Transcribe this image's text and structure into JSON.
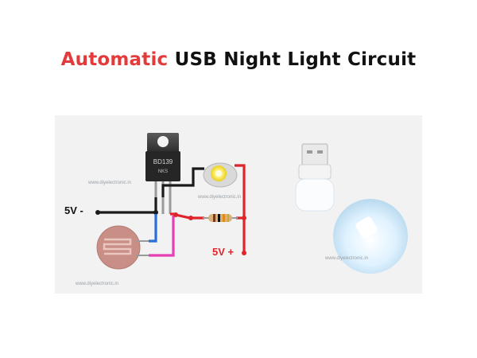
{
  "title": {
    "accent": "Automatic",
    "rest": "USB Night Light Circuit",
    "accent_color": "#e33b3b"
  },
  "diagram": {
    "transistor_label": "BD139",
    "transistor_sublabel": "NKS",
    "label_negative": "5V -",
    "label_positive": "5V +",
    "watermarks": [
      "www.diyelectronic.in",
      "www.diyelectronic.in",
      "www.diyelectronic.in",
      "www.diyelectronic.in"
    ],
    "wire_colors": {
      "black": "#1a1a1a",
      "red": "#e0242b",
      "blue": "#2a6fd6",
      "pink": "#e63fb4"
    },
    "components": [
      "transistor",
      "led",
      "resistor",
      "ldr",
      "usb-lamp"
    ]
  }
}
